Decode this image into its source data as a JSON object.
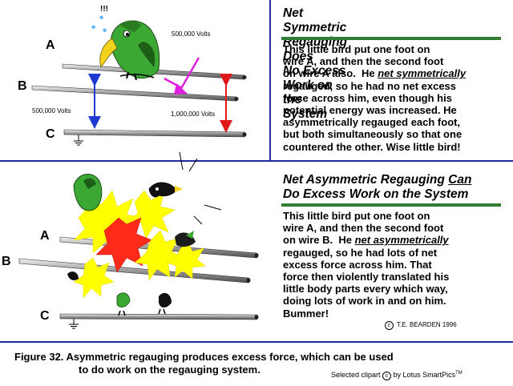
{
  "top_panel": {
    "exclaim": "!!!",
    "wire_labels": [
      "A",
      "B",
      "C"
    ],
    "volt_bird": "500,000 Volts",
    "volt_ab": "500,000 Volts",
    "volt_ac": "1,000,000 Volts",
    "heading_line1": "Net Symmetric Regauging Does",
    "heading_line2": "No Excess Work on the System",
    "body_lines": [
      "This little bird put one foot on",
      "wire A, and then the second foot",
      "on wire A also.  He ",
      "regauged, so he had no net excess",
      "force across him, even though his",
      "potential energy was increased.  He",
      "asymmetrically regauged each foot,",
      "but both simultaneously so that one",
      "countered the other.  Wise little bird!"
    ],
    "body_emph": "net symmetrically"
  },
  "bottom_panel": {
    "wire_labels": [
      "A",
      "B",
      "C"
    ],
    "heading_line1_pre": "Net Asymmetric Regauging ",
    "heading_line1_u": "Can",
    "heading_line2": "Do Excess Work on the System",
    "body_lines": [
      "This little bird put one foot on",
      "wire A, and then the second foot",
      "on wire B.  He ",
      "regauged, so he had lots of net",
      "excess force across him.  That",
      "force then violently translated his",
      "little  body parts every which way,",
      "doing lots of work in and on him.",
      "Bummer!"
    ],
    "body_emph": "net asymmetrically",
    "author": "T.E. BEARDEN  1996",
    "author_symbol": "c"
  },
  "caption": {
    "line1": "Figure 32.  Asymmetric regauging produces excess force, which can be used",
    "line2": "to do work on the regauging system."
  },
  "credit": {
    "text": "Selected clipart ",
    "symbol": "c",
    "text2": " by Lotus SmartPics",
    "tm": "TM"
  },
  "colors": {
    "divider": "#1f2a9e",
    "heading_bar": "#2e7d32",
    "arrow_blue": "#1f3ad1",
    "arrow_red": "#e01818",
    "arrow_magenta": "#e020e0",
    "explosion_yellow": "#ffff00",
    "explosion_red": "#ff2a1a",
    "bird_green": "#3aa832"
  }
}
